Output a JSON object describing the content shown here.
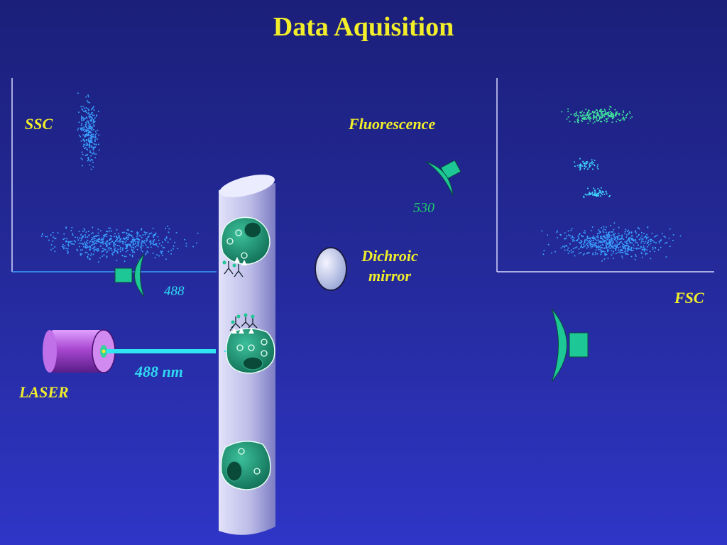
{
  "title": "Data Aquisition",
  "labels": {
    "ssc": "SSC",
    "fluorescence": "Fluorescence",
    "wavelength_530": "530",
    "dichroic_mirror_line1": "Dichroic",
    "dichroic_mirror_line2": "mirror",
    "wavelength_488": "488",
    "fsc": "FSC",
    "laser_wavelength": "488 nm",
    "laser": "LASER"
  },
  "colors": {
    "title": "#f2ee2a",
    "label_yellow": "#f2ee2a",
    "label_cyan": "#2fd8f2",
    "label_green": "#1ec86a",
    "beam": "#2fe6f0",
    "detector": "#1ec896",
    "cell": "#1a8a70",
    "tube": "#c8c8f0",
    "laser_body": "#b050d8",
    "dot_blue": "#3aa0ff",
    "dot_cyan": "#40d8ff",
    "dot_green": "#40e0a0"
  },
  "icons": [
    "laser-icon",
    "detector-icon",
    "dichroic-mirror-icon",
    "cell-icon",
    "antibody-icon"
  ]
}
